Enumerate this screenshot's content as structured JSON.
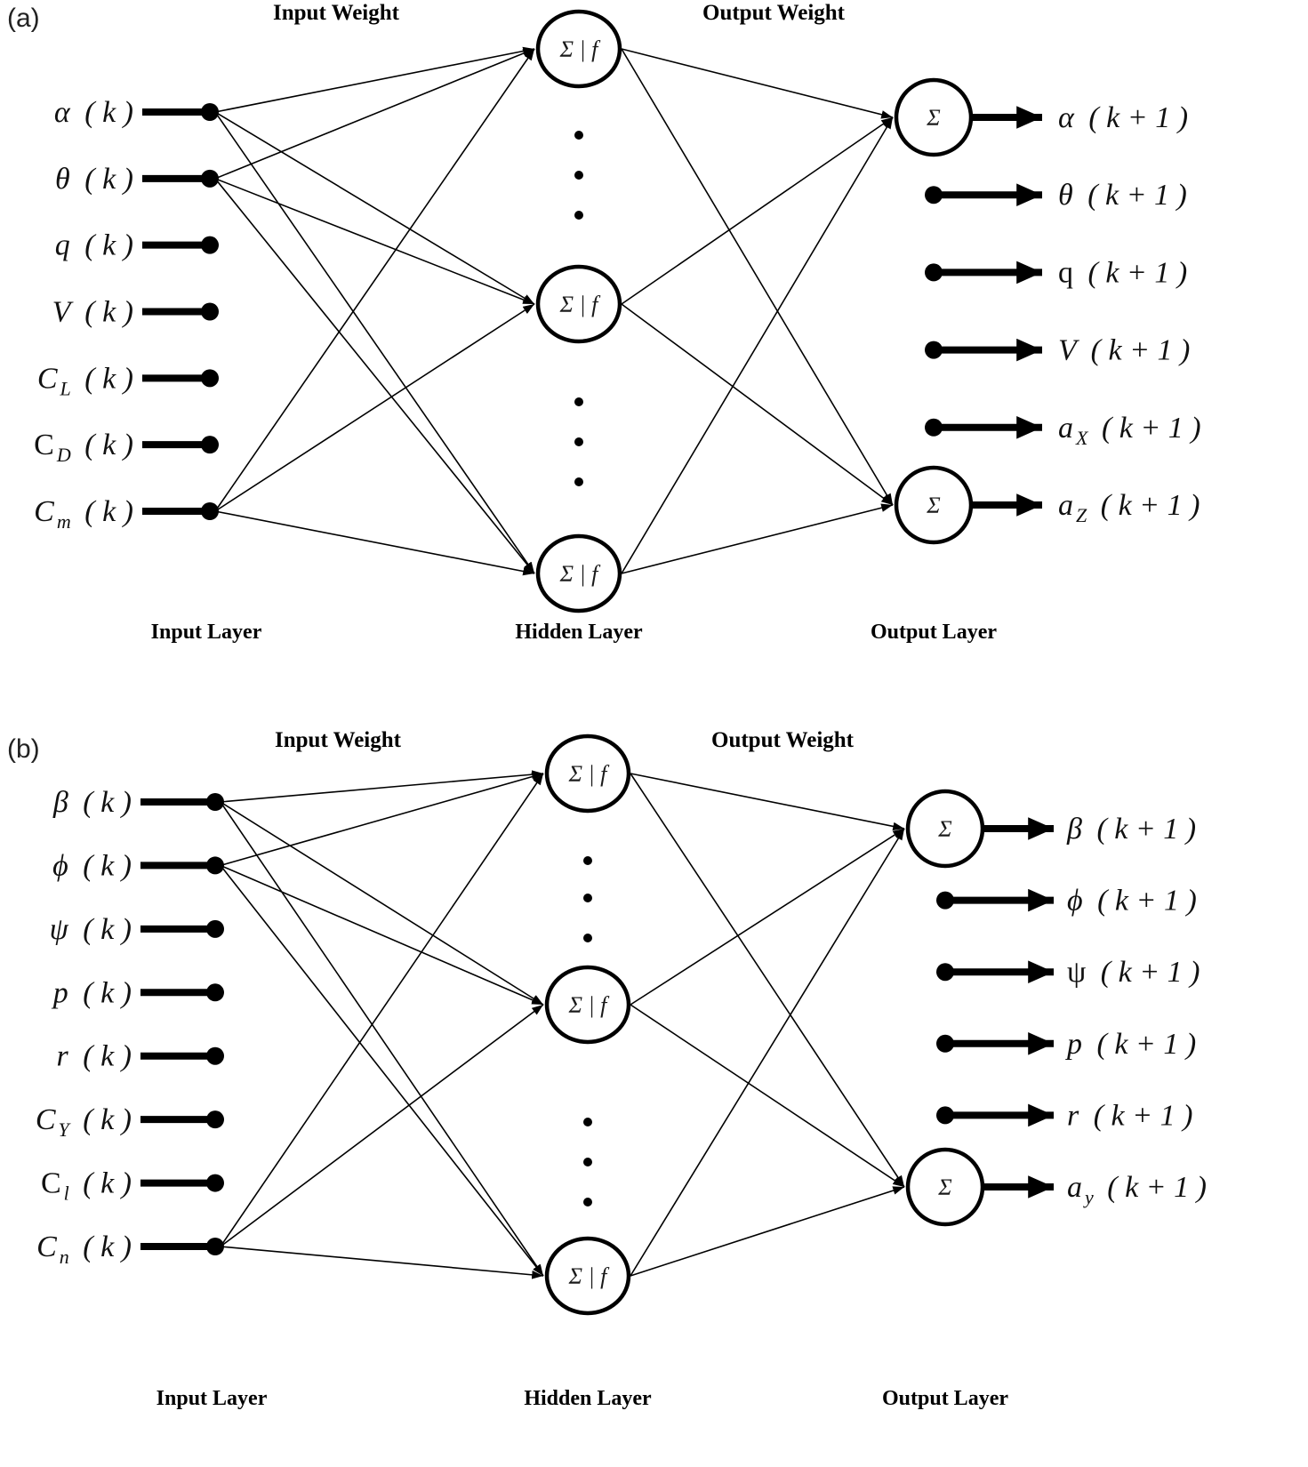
{
  "figure": {
    "type": "neural-network-diagram",
    "panel_count": 2,
    "background_color": "#ffffff",
    "stroke_color": "#000000"
  },
  "panels": [
    {
      "tag": "(a)",
      "headers": {
        "input_weight": "Input Weight",
        "output_weight": "Output Weight"
      },
      "layer_titles": {
        "input": "Input Layer",
        "hidden": "Hidden Layer",
        "output": "Output Layer"
      },
      "hidden_node_label": "Σ | f",
      "output_node_label": "Σ",
      "hidden_node_count_shown": 3,
      "output_node_count_shown": 2,
      "inputs": [
        {
          "base": "α",
          "sub": "",
          "arg": "( k )",
          "upright": false,
          "connected": true
        },
        {
          "base": "θ",
          "sub": "",
          "arg": "( k )",
          "upright": false,
          "connected": true
        },
        {
          "base": "q",
          "sub": "",
          "arg": "( k )",
          "upright": false,
          "connected": false
        },
        {
          "base": "V",
          "sub": "",
          "arg": "( k )",
          "upright": false,
          "connected": false
        },
        {
          "base": "C",
          "sub": "L",
          "arg": "( k )",
          "upright": false,
          "connected": false
        },
        {
          "base": "C",
          "sub": "D",
          "arg": "( k )",
          "upright": true,
          "connected": false
        },
        {
          "base": "C",
          "sub": "m",
          "arg": "( k )",
          "upright": false,
          "connected": true
        }
      ],
      "outputs": [
        {
          "base": "α",
          "sub": "",
          "arg": "( k + 1 )",
          "upright": false,
          "from_node": true
        },
        {
          "base": "θ",
          "sub": "",
          "arg": "( k + 1 )",
          "upright": false,
          "from_node": false
        },
        {
          "base": "q",
          "sub": "",
          "arg": "( k + 1 )",
          "upright": true,
          "from_node": false
        },
        {
          "base": "V",
          "sub": "",
          "arg": "( k + 1 )",
          "upright": false,
          "from_node": false
        },
        {
          "base": "a",
          "sub": "X",
          "arg": "( k + 1 )",
          "upright": false,
          "from_node": false
        },
        {
          "base": "a",
          "sub": "Z",
          "arg": "( k + 1 )",
          "upright": false,
          "from_node": true
        }
      ]
    },
    {
      "tag": "(b)",
      "headers": {
        "input_weight": "Input Weight",
        "output_weight": "Output Weight"
      },
      "layer_titles": {
        "input": "Input Layer",
        "hidden": "Hidden Layer",
        "output": "Output Layer"
      },
      "hidden_node_label": "Σ | f",
      "output_node_label": "Σ",
      "hidden_node_count_shown": 3,
      "output_node_count_shown": 2,
      "inputs": [
        {
          "base": "β",
          "sub": "",
          "arg": "( k )",
          "upright": false,
          "connected": true
        },
        {
          "base": "ϕ",
          "sub": "",
          "arg": "( k )",
          "upright": false,
          "connected": true
        },
        {
          "base": "ψ",
          "sub": "",
          "arg": "( k )",
          "upright": false,
          "connected": false
        },
        {
          "base": "p",
          "sub": "",
          "arg": "( k )",
          "upright": false,
          "connected": false
        },
        {
          "base": "r",
          "sub": "",
          "arg": "( k )",
          "upright": false,
          "connected": false
        },
        {
          "base": "C",
          "sub": "Y",
          "arg": "( k )",
          "upright": false,
          "connected": false
        },
        {
          "base": "C",
          "sub": "l",
          "arg": "( k )",
          "upright": true,
          "connected": false
        },
        {
          "base": "C",
          "sub": "n",
          "arg": "( k )",
          "upright": false,
          "connected": true
        }
      ],
      "outputs": [
        {
          "base": "β",
          "sub": "",
          "arg": "( k + 1 )",
          "upright": false,
          "from_node": true
        },
        {
          "base": "ϕ",
          "sub": "",
          "arg": "( k + 1 )",
          "upright": false,
          "from_node": false
        },
        {
          "base": "ψ",
          "sub": "",
          "arg": "( k + 1 )",
          "upright": true,
          "from_node": false
        },
        {
          "base": "p",
          "sub": "",
          "arg": "( k + 1 )",
          "upright": false,
          "from_node": false
        },
        {
          "base": "r",
          "sub": "",
          "arg": "( k + 1 )",
          "upright": false,
          "from_node": false
        },
        {
          "base": "a",
          "sub": "y",
          "arg": "( k + 1 )",
          "upright": false,
          "from_node": true
        }
      ]
    }
  ]
}
